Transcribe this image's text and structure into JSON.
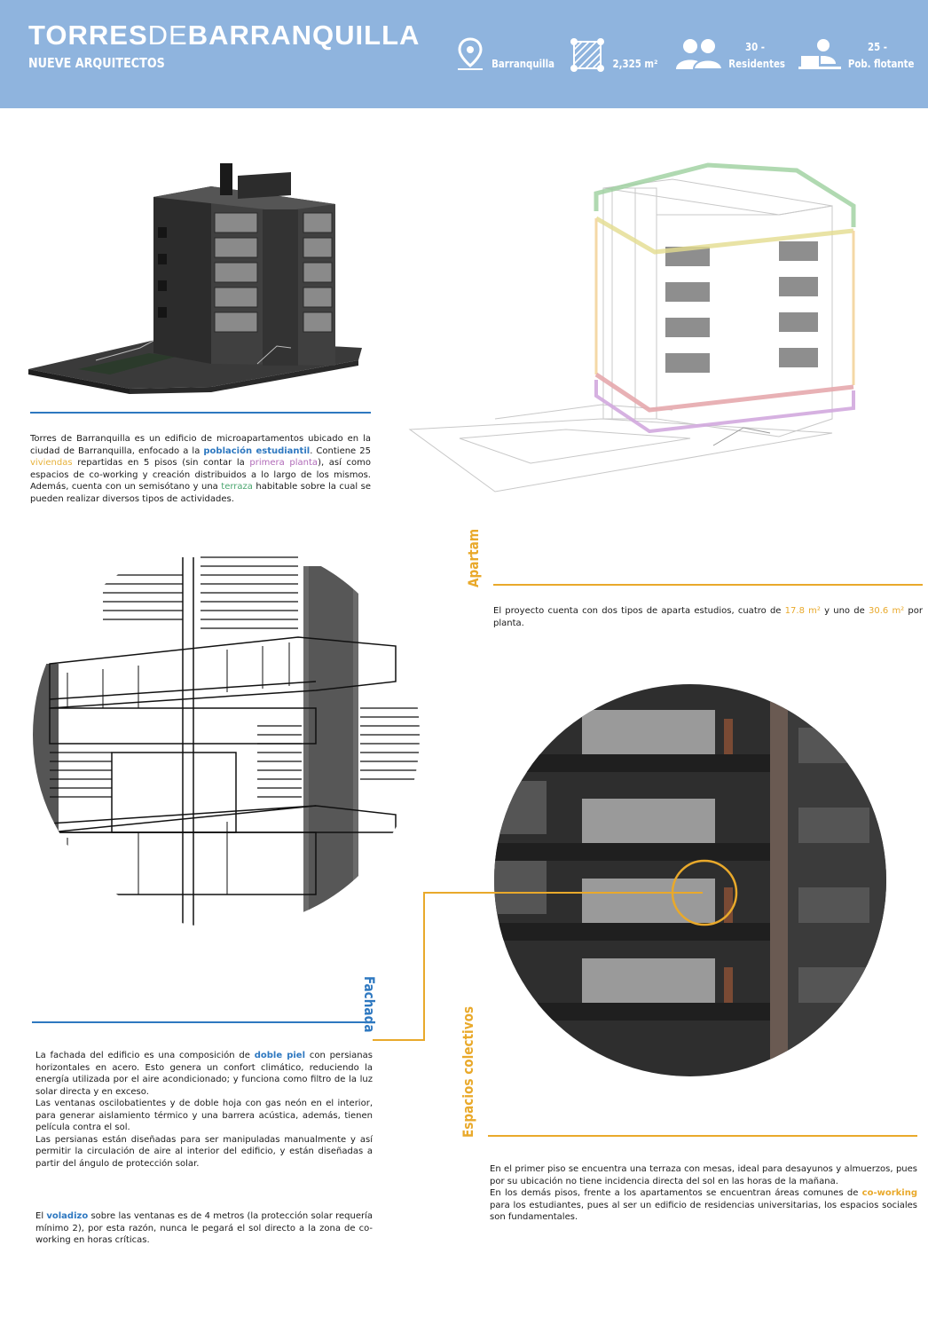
{
  "header": {
    "title_bold_1": "TORRES",
    "title_light": "DE",
    "title_bold_2": "BARRANQUILLA",
    "subtitle": "NUEVE ARQUITECTOS",
    "stats": [
      {
        "icon": "map-pin-icon",
        "value": "",
        "label": "Barranquilla"
      },
      {
        "icon": "area-icon",
        "value": "",
        "label": "2,325 m²"
      },
      {
        "icon": "residents-icon",
        "value": "30 -",
        "label": "Residentes"
      },
      {
        "icon": "laptop-user-icon",
        "value": "25 -",
        "label": "Pob. flotante"
      }
    ],
    "background": "#8fb4de"
  },
  "intro": {
    "p1": "Torres de Barranquilla es un edificio de microapartamentos ubicado en la ciudad de Barranquilla, enfocado a la ",
    "hl1": "población estudiantil",
    "p2": ". Contiene 25 ",
    "hl2": "viviendas",
    "p3": " repartidas en 5 pisos (sin contar la ",
    "hl3": "primera planta",
    "p4": "), así como espacios de co-working y creación distribuidos a lo largo de los mismos. Además, cuenta con un semisótano y una ",
    "hl4": "terraza",
    "p5": " habitable sobre la cual se pueden realizar diversos tipos de actividades."
  },
  "apartamentos": {
    "heading": "Apartam",
    "t1": "El proyecto cuenta con dos tipos de aparta estudios, cuatro de ",
    "hl1": "17.8 m²",
    "t2": " y uno de ",
    "hl2": "30.6 m²",
    "t3": " por planta."
  },
  "fachada": {
    "heading": "Fachada",
    "a1": "La fachada del edificio es una composición de ",
    "hl1": "doble piel",
    "a2": " con persianas horizontales en acero. Esto genera un confort climático, reduciendo la energía utilizada por el aire acondicionado; y funciona como filtro de la luz solar directa y en exceso.",
    "b": "Las ventanas oscilobatientes y de doble hoja con gas neón en el interior, para generar aislamiento térmico y una barrera acústica, además, tienen película contra el sol.",
    "c": "Las persianas están diseñadas para ser manipuladas manualmente y así permitir la circulación de aire al interior del edificio, y están diseñadas a partir del ángulo de protección solar.",
    "d1": "El ",
    "hl2": "voladizo",
    "d2": " sobre las ventanas es de 4 metros (la protección solar requería mínimo 2), por esta razón, nunca le pegará el sol directo a la zona de co-working en horas críticas."
  },
  "espacios": {
    "heading": "Espacios colectivos",
    "a": "En el primer piso se encuentra una terraza con mesas, ideal para desayunos y almuerzos, pues por su ubicación no tiene incidencia directa del sol en las horas de la mañana.",
    "b1": "En los demás pisos, frente a los apartamentos se encuentran áreas comunes de ",
    "hl1": "co-working",
    "b2": " para los estudiantes, pues al ser un edificio de residencias universitarias, los espacios sociales son fundamentales."
  },
  "colors": {
    "blue": "#2e78c0",
    "orange": "#e9a92b",
    "pink": "#b06ab8",
    "green": "#4aa66f",
    "yellow": "#e7b23b"
  }
}
